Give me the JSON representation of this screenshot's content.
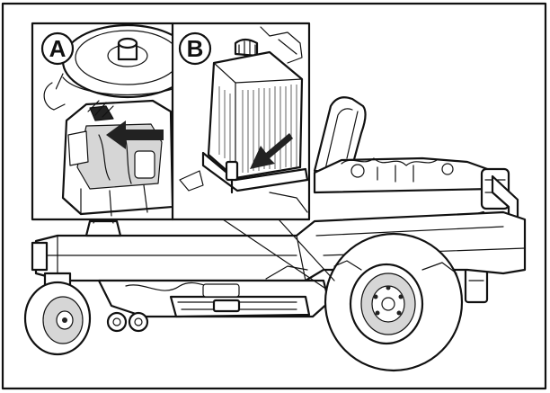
{
  "callouts": [
    {
      "id": "a",
      "label": "A"
    },
    {
      "id": "b",
      "label": "B"
    }
  ]
}
